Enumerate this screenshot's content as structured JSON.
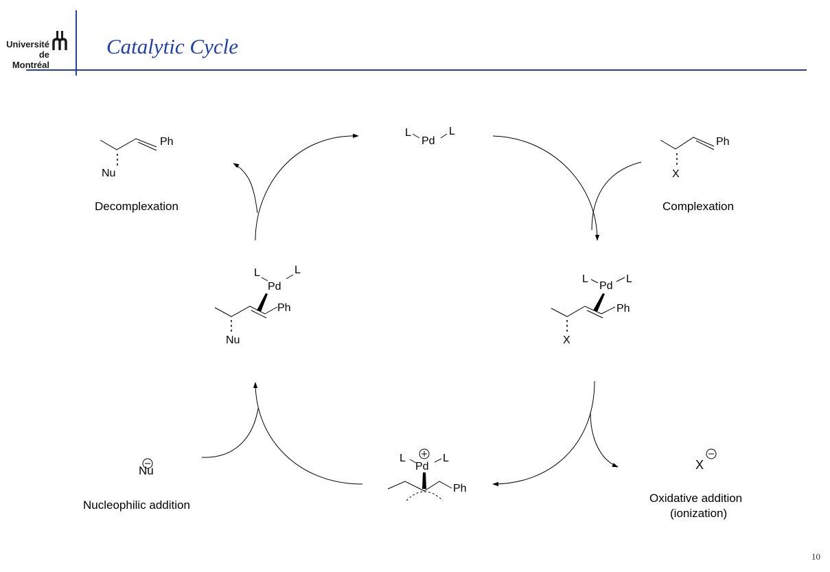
{
  "header": {
    "university_line1": "Université",
    "university_line2": "de Montréal",
    "title": "Catalytic Cycle"
  },
  "page_number": "10",
  "diagram": {
    "catalyst": {
      "ligand_left": "L",
      "metal": "Pd",
      "ligand_right": "L"
    },
    "steps": {
      "complexation": "Complexation",
      "oxidative_addition_line1": "Oxidative addition",
      "oxidative_addition_line2": "(ionization)",
      "nucleophilic_addition": "Nucleophilic addition",
      "decomplexation": "Decomplexation"
    },
    "substrate": {
      "phenyl": "Ph",
      "leaving_group": "X"
    },
    "product": {
      "phenyl": "Ph",
      "nucleophile": "Nu"
    },
    "complex_x": {
      "ligand_left": "L",
      "metal": "Pd",
      "ligand_right": "L",
      "phenyl": "Ph",
      "leaving_group": "X"
    },
    "allyl_complex": {
      "ligand_left": "L",
      "metal": "Pd",
      "ligand_right": "L",
      "phenyl": "Ph"
    },
    "complex_nu": {
      "ligand_left": "L",
      "metal": "Pd",
      "ligand_right": "L",
      "phenyl": "Ph",
      "nucleophile": "Nu"
    },
    "nucleophile_reagent": "Nu",
    "leaving_anion": "X"
  }
}
